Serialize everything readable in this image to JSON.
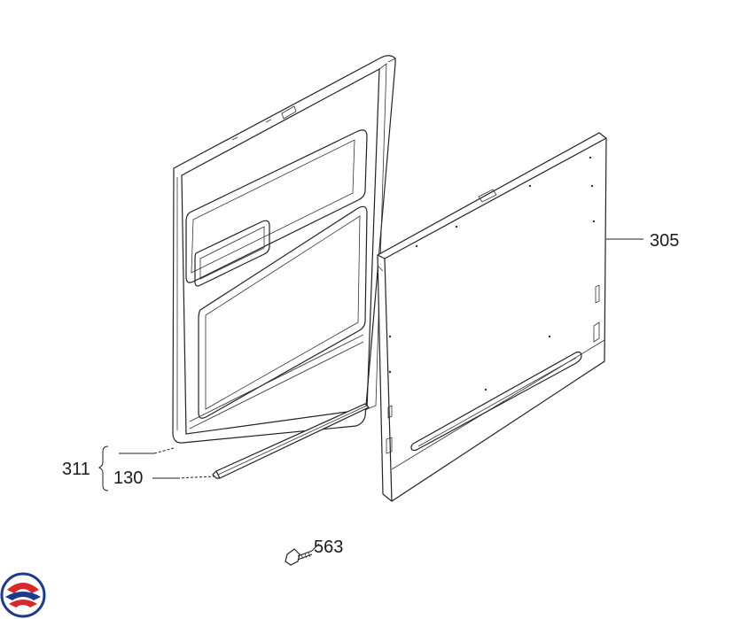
{
  "callouts": {
    "inner_door": "311",
    "seal": "130",
    "outer_panel": "305",
    "screw": "563"
  },
  "brand_colors": {
    "logo_red": "#d42a2a",
    "logo_blue": "#1d3a8a"
  }
}
